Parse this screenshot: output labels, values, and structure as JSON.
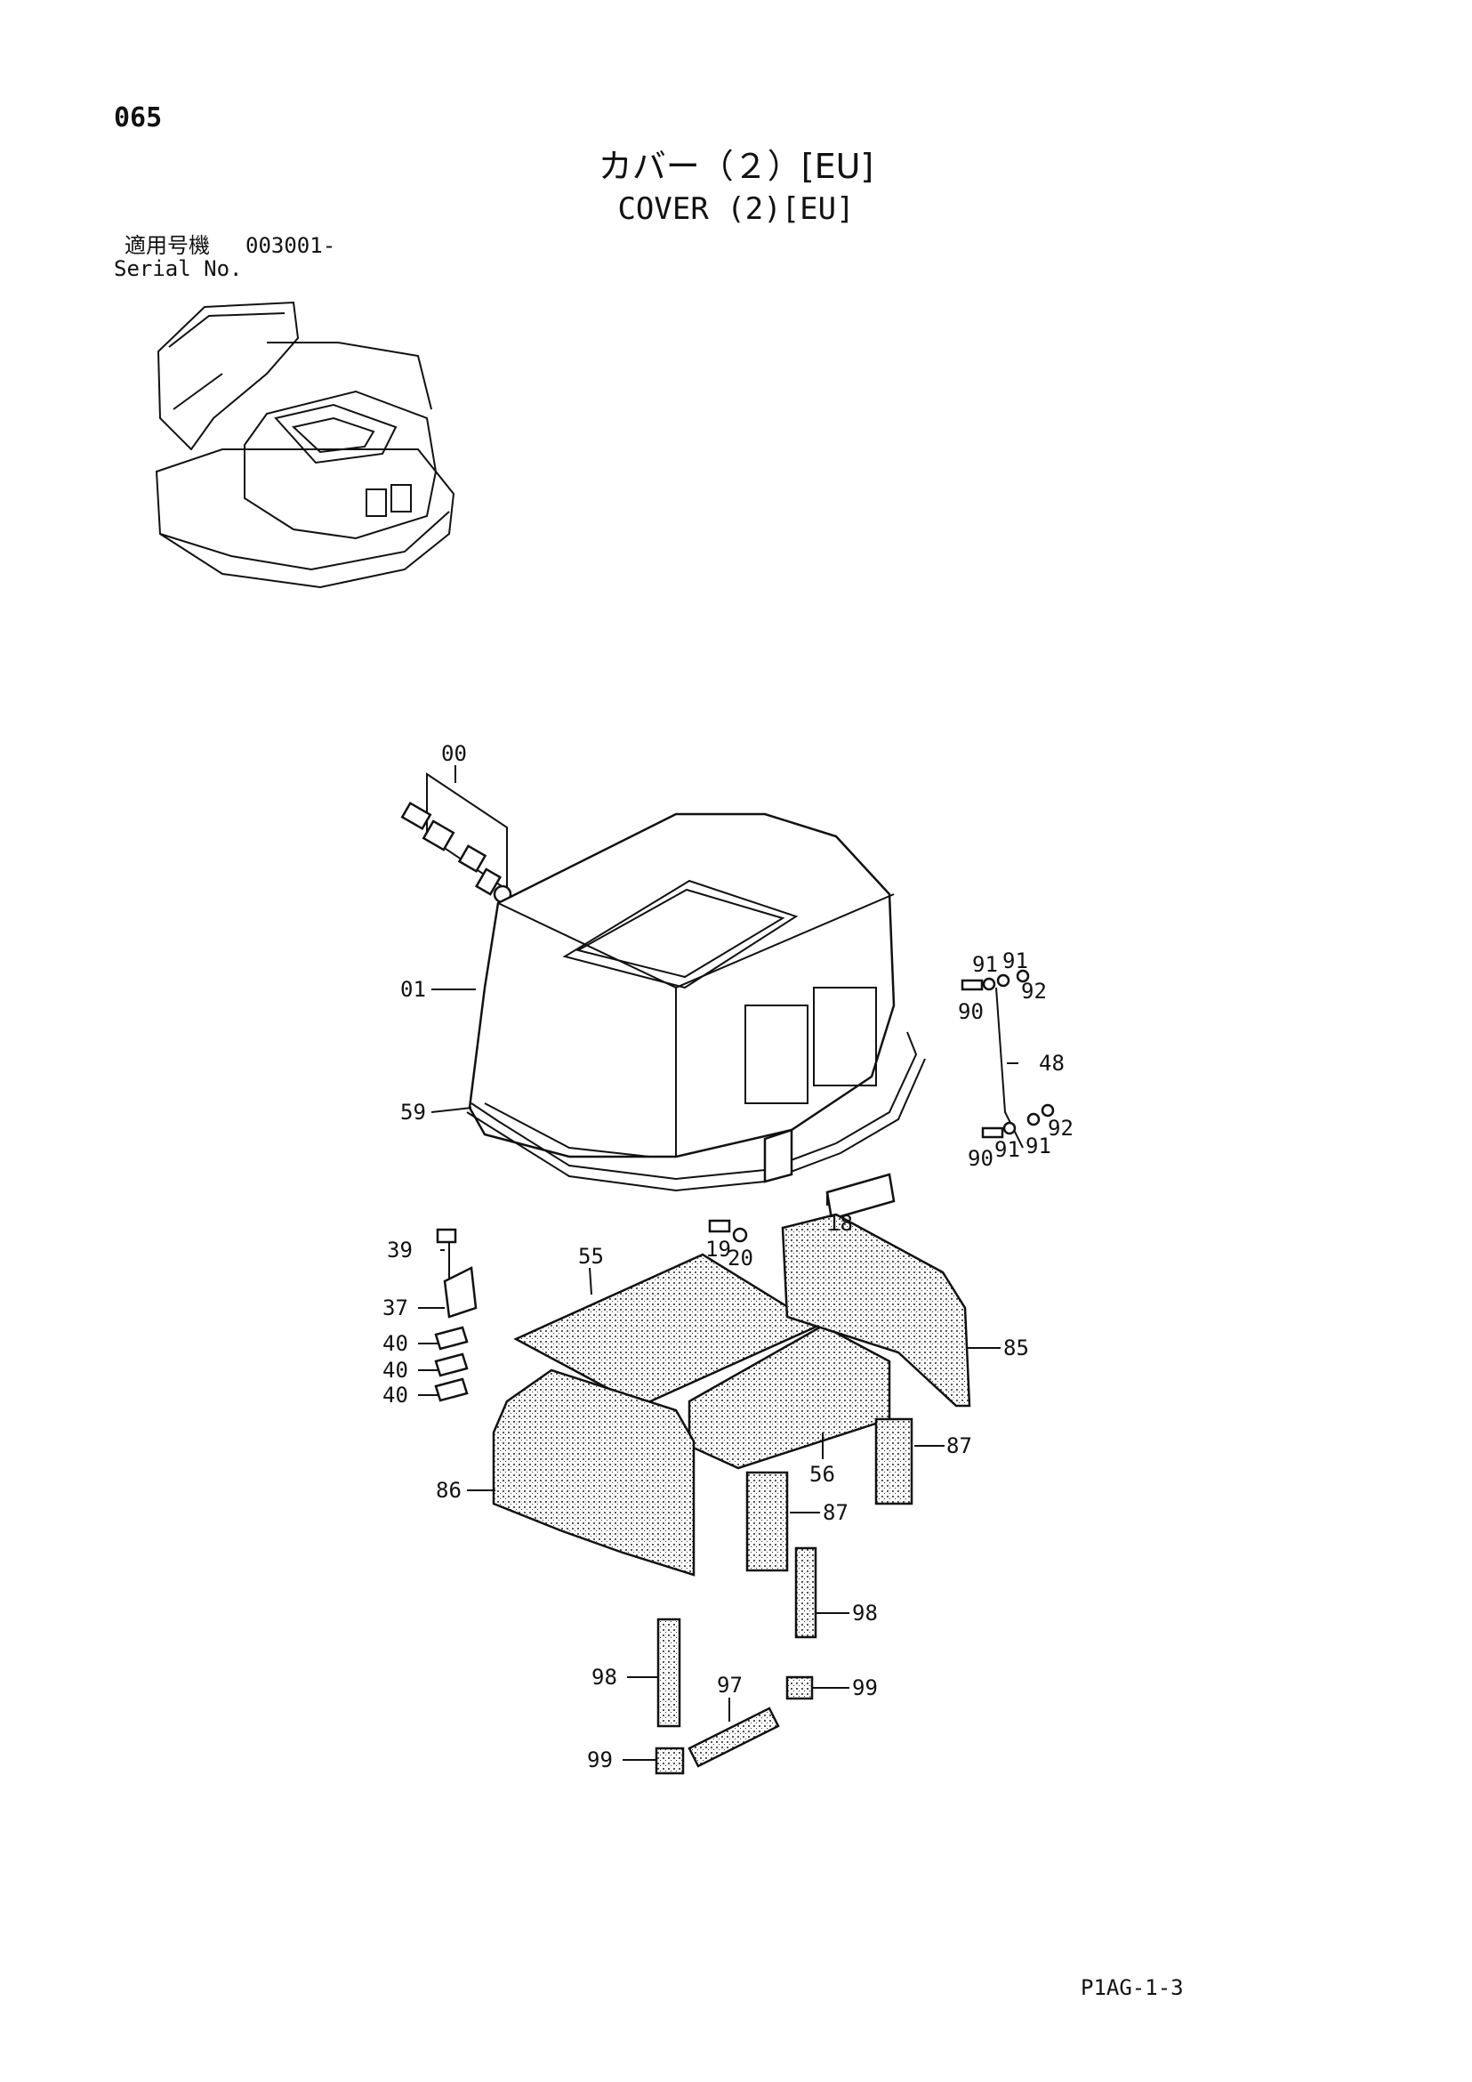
{
  "header": {
    "page_number": "065",
    "title_jp": "カバー（２）[EU]",
    "title_en": "COVER (2)[EU]"
  },
  "applicability": {
    "label_jp": "適用号機",
    "label_en": "Serial No.",
    "serial_from": "003001-"
  },
  "callouts": [
    {
      "id": "00"
    },
    {
      "id": "01"
    },
    {
      "id": "59"
    },
    {
      "id": "91"
    },
    {
      "id": "91"
    },
    {
      "id": "92"
    },
    {
      "id": "90"
    },
    {
      "id": "48"
    },
    {
      "id": "92"
    },
    {
      "id": "91"
    },
    {
      "id": "91"
    },
    {
      "id": "90"
    },
    {
      "id": "18"
    },
    {
      "id": "19"
    },
    {
      "id": "20"
    },
    {
      "id": "39"
    },
    {
      "id": "55"
    },
    {
      "id": "37"
    },
    {
      "id": "40"
    },
    {
      "id": "40"
    },
    {
      "id": "40"
    },
    {
      "id": "85"
    },
    {
      "id": "86"
    },
    {
      "id": "56"
    },
    {
      "id": "87"
    },
    {
      "id": "87"
    },
    {
      "id": "98"
    },
    {
      "id": "98"
    },
    {
      "id": "97"
    },
    {
      "id": "99"
    },
    {
      "id": "99"
    }
  ],
  "footer": {
    "code": "P1AG-1-3"
  }
}
